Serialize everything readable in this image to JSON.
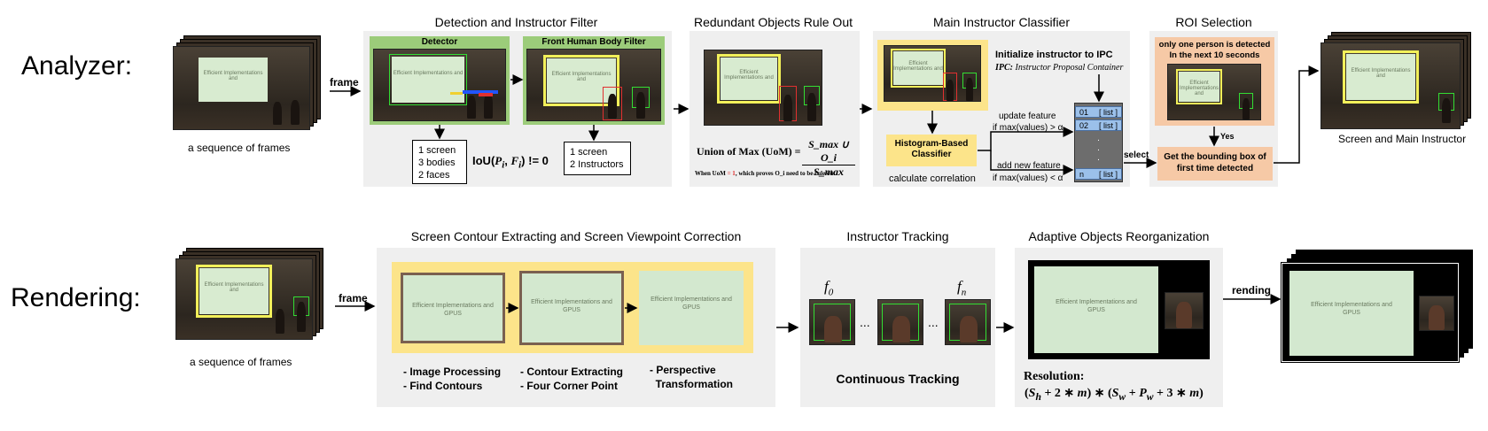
{
  "rows": {
    "analyzer_label": "Analyzer:",
    "rendering_label": "Rendering:"
  },
  "analyzer": {
    "input_caption": "a sequence of frames",
    "frame_label": "frame",
    "detection": {
      "title": "Detection and Instructor Filter",
      "detector_label": "Detector",
      "front_filter_label": "Front Human  Body Filter",
      "detector_out": [
        "1 screen",
        "3 bodies",
        "2 faces"
      ],
      "iou_formula": "IoU(P_i, F_i) != 0",
      "filter_out": [
        "1 screen",
        "2 Instructors"
      ]
    },
    "redundant": {
      "title": "Redundant Objects Rule Out",
      "uom_label": "Union of Max (UoM) =",
      "uom_num": "S_max ∪ O_i",
      "uom_den": "S_max",
      "note_pre": "When UoM",
      "note_eq": "= 1",
      "note_post": ", which proves O_i need to be rule out"
    },
    "classifier": {
      "title": "Main Instructor Classifier",
      "init_line1": "Initialize instructor to IPC",
      "init_line2_b": "IPC:",
      "init_line2": " Instructor Proposal Container",
      "histogram_label": "Histogram-Based Classifier",
      "correlation": "calculate correlation",
      "update_feature": "update feature",
      "update_cond": "if max(values)  > α",
      "add_feature": "add new feature",
      "add_cond": "if max(values)  < α",
      "ipc_rows": [
        {
          "id": "01",
          "val": "[   list   ]"
        },
        {
          "id": "02",
          "val": "[   list   ]"
        }
      ],
      "ipc_last": {
        "id": "n",
        "val": "[   list   ]"
      },
      "dots": "·"
    },
    "roi": {
      "title": "ROI Selection",
      "select_label": "select",
      "only_one": "only one person is detected In the next 10 seconds",
      "yes": "Yes",
      "get_box": "Get the bounding box of first time detected"
    },
    "output_caption": "Screen and Main Instructor"
  },
  "rendering": {
    "input_caption": "a sequence of frames",
    "frame_label": "frame",
    "screen": {
      "title": "Screen Contour Extracting and Screen Viewpoint Correction",
      "steps": [
        [
          "- Image Processing",
          "- Find Contours"
        ],
        [
          "- Contour Extracting",
          "- Four Corner Point"
        ],
        [
          "- Perspective",
          "  Transformation"
        ]
      ]
    },
    "tracking": {
      "title": "Instructor Tracking",
      "f0": "f",
      "f0_sub": "0",
      "fn": "f",
      "fn_sub": "n",
      "ellipsis": "...",
      "label": "Continuous Tracking"
    },
    "adaptive": {
      "title": "Adaptive Objects Reorganization",
      "resolution_label": "Resolution:",
      "resolution_formula": "(S_h + 2 * m) * (S_w +  P_w + 3 * m)"
    },
    "rending_label": "rending"
  },
  "slide_text": [
    "Efficient Implementations and",
    "GPUS"
  ],
  "colors": {
    "panel_bg": "#efefef",
    "green_frame": "#9ccc7a",
    "yellow_highlight": "#fce48a",
    "orange_highlight": "#f6c9a6",
    "ipc_bg": "#6d6d6d",
    "list_bg": "#9bc0ea",
    "detect_green": "#33dd33",
    "detect_red": "#e03030",
    "screen_yellow": "#f2f05a"
  }
}
